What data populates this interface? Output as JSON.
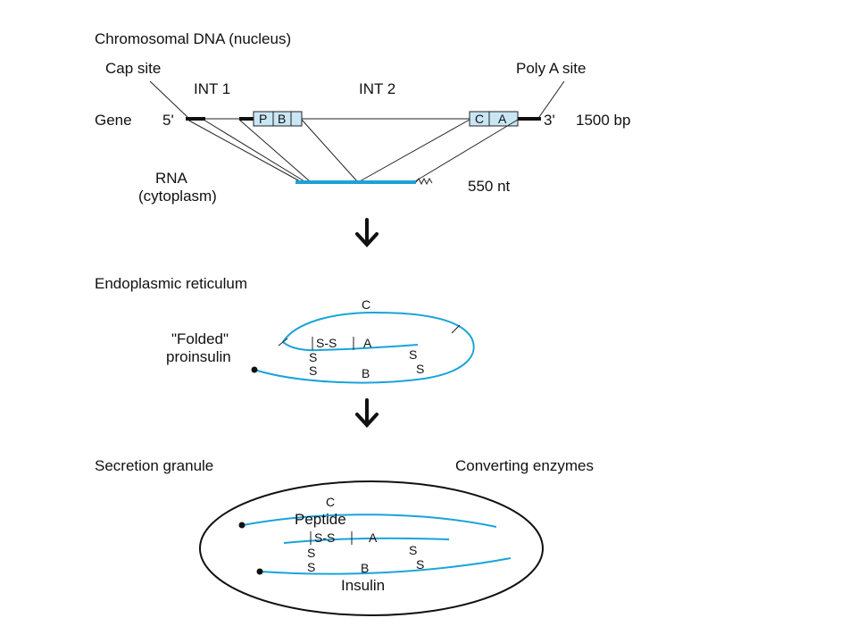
{
  "sections": {
    "dna": {
      "title": "Chromosomal DNA (nucleus)",
      "cap_site": "Cap site",
      "poly_a_site": "Poly A site",
      "intron1": "INT 1",
      "intron2": "INT 2",
      "gene": "Gene",
      "five_prime": "5'",
      "three_prime": "3'",
      "gene_length": "1500 bp",
      "exon_labels": [
        "P",
        "B",
        "C",
        "A"
      ],
      "rna_line1": "RNA",
      "rna_line2": "(cytoplasm)",
      "rna_length": "550 nt"
    },
    "er": {
      "title": "Endoplasmic reticulum",
      "folded_line1": "\"Folded\"",
      "folded_line2": "proinsulin",
      "c_chain": "C",
      "a_chain": "A",
      "b_chain": "B",
      "ss_bond": "S-S",
      "s": "S"
    },
    "granule": {
      "title": "Secretion granule",
      "enzymes": "Converting enzymes",
      "c_chain": "C",
      "peptide": "Peptide",
      "a_chain": "A",
      "b_chain": "B",
      "insulin": "Insulin",
      "ss_bond": "S-S",
      "s": "S"
    }
  },
  "colors": {
    "chain": "#1aa3d9",
    "exon_fill": "#c9e6f5",
    "line": "#222222"
  }
}
